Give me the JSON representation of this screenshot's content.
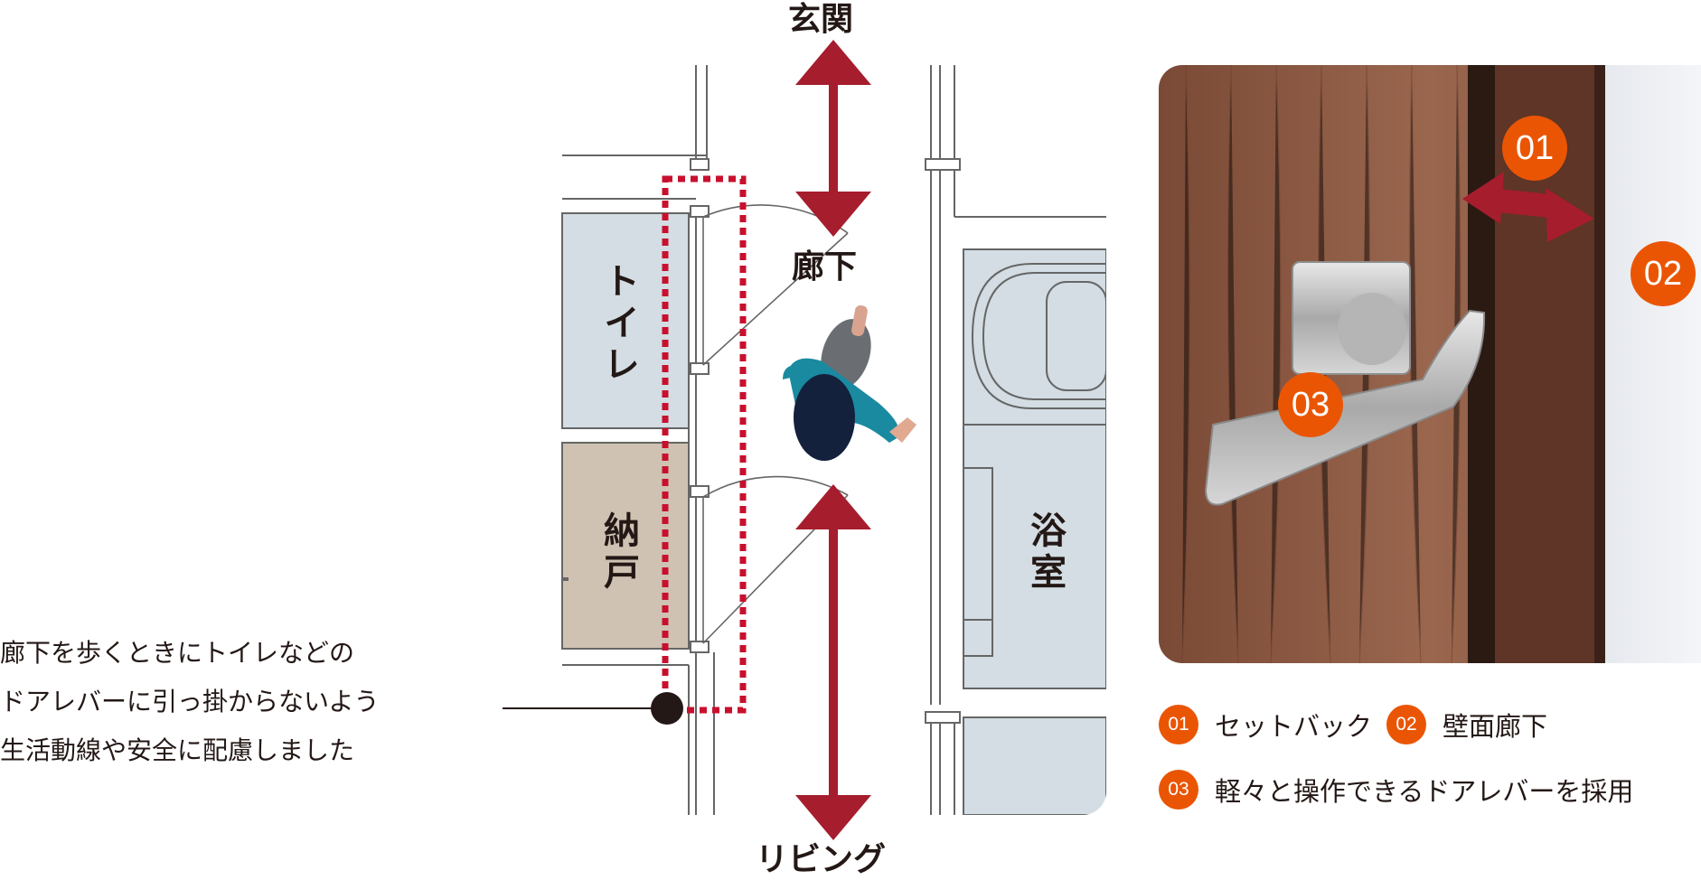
{
  "labels": {
    "entrance": "玄関",
    "hallway": "廊下",
    "living": "リビング",
    "toilet": "トイレ",
    "storage": "納戸",
    "bath": "浴室"
  },
  "caption": {
    "line1": "廊下を歩くときにトイレなどの",
    "line2": "ドアレバーに引っ掛からないよう",
    "line3": "生活動線や安全に配慮しました"
  },
  "photo": {
    "badges": [
      "01",
      "02",
      "03"
    ]
  },
  "legend": [
    {
      "num": "01",
      "text": "セットバック"
    },
    {
      "num": "02",
      "text": "壁面廊下"
    },
    {
      "num": "03",
      "text": "軽々と操作できるドアレバーを採用"
    }
  ],
  "colors": {
    "arrow": "#a61d2d",
    "badge": "#ea5504",
    "room_gray": "#d3dde3",
    "room_beige": "#cfc2b2",
    "wood": "#8a5a44",
    "wall_line": "#666666"
  }
}
